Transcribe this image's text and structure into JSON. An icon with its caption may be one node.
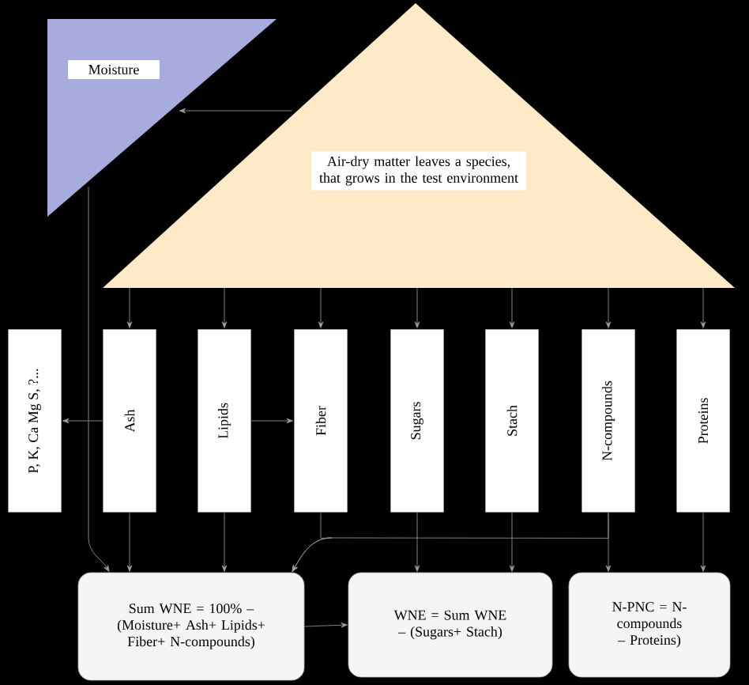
{
  "diagram": {
    "nodes": [
      {
        "text": [
          "Moisture"
        ]
      },
      {
        "text": [
          "Air-dry matter leaves a species, that grows in the test environment"
        ]
      },
      {
        "text": [
          "P, K, Ca Mg S, ?..."
        ]
      },
      {
        "text": [
          "Ash"
        ]
      },
      {
        "text": [
          "Lipids"
        ]
      },
      {
        "text": [
          "Fiber"
        ]
      },
      {
        "text": [
          "Sugars"
        ]
      },
      {
        "text": [
          "Stach"
        ]
      },
      {
        "text": [
          "N-compounds"
        ]
      },
      {
        "text": [
          "Proteins"
        ]
      },
      {
        "text": [
          "Sum WNE = 100% – (Moisture+ Ash+ Lipids+ Fiber+ N-compounds)"
        ]
      },
      {
        "text": [
          "WNE = Sum WNE – (Sugars+ Stach)"
        ]
      },
      {
        "text": [
          "N-PNC = N-compounds – Proteins)"
        ]
      }
    ],
    "edges": [
      {
        "from": 1,
        "to": 0,
        "arrow": "to"
      },
      {
        "from": 1,
        "to": 3,
        "arrow": "to"
      },
      {
        "from": 1,
        "to": 4,
        "arrow": "to"
      },
      {
        "from": 1,
        "to": 5,
        "arrow": "to"
      },
      {
        "from": 1,
        "to": 6,
        "arrow": "to"
      },
      {
        "from": 1,
        "to": 7,
        "arrow": "to"
      },
      {
        "from": 1,
        "to": 8,
        "arrow": "to"
      },
      {
        "from": 1,
        "to": 9,
        "arrow": "to"
      },
      {
        "from": 3,
        "to": 2,
        "arrow": "to"
      },
      {
        "from": 4,
        "to": 5,
        "arrow": "to"
      },
      {
        "from": 0,
        "to": 10,
        "arrow": "to"
      },
      {
        "from": 3,
        "to": 10,
        "arrow": "to"
      },
      {
        "from": 4,
        "to": 10,
        "arrow": "to"
      },
      {
        "from": 5,
        "to": 10,
        "arrow": "to"
      },
      {
        "from": 8,
        "to": 10,
        "arrow": "to"
      },
      {
        "from": 6,
        "to": 11,
        "arrow": "to"
      },
      {
        "from": 7,
        "to": 11,
        "arrow": "to"
      },
      {
        "from": 8,
        "to": 12,
        "arrow": "to"
      },
      {
        "from": 9,
        "to": 12,
        "arrow": "to"
      },
      {
        "from": 10,
        "to": 11,
        "arrow": "to"
      }
    ]
  }
}
